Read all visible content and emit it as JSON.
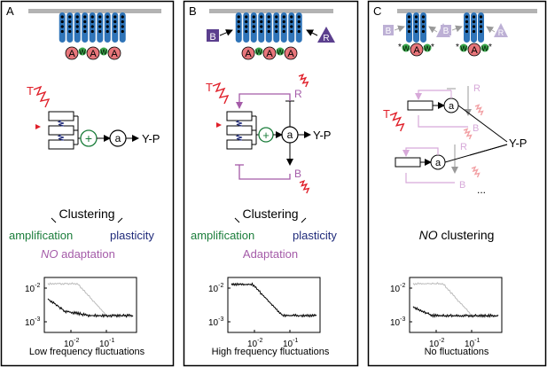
{
  "panels": [
    {
      "letter": "A",
      "receptor_letter": "A",
      "adaptor_letter": "W",
      "stimulus": "T",
      "kinase": "a",
      "output": "Y-P",
      "clustering": "Clustering",
      "amplification": "amplification",
      "plasticity": "plasticity",
      "adaptation_no": "NO",
      "adaptation_word": " adaptation",
      "footer": "Low frequency fluctuations",
      "y_ticks": [
        "10",
        "10"
      ],
      "y_exps": [
        "-2",
        "-3"
      ],
      "x_ticks": [
        "10",
        "10"
      ],
      "x_exps": [
        "-2",
        "-1"
      ]
    },
    {
      "letter": "B",
      "receptor_letter": "A",
      "adaptor_letter": "W",
      "stimulus": "T",
      "kinase": "a",
      "output": "Y-P",
      "methylase": "R",
      "demethylase": "B",
      "clustering": "Clustering",
      "amplification": "amplification",
      "plasticity": "plasticity",
      "adaptation": "Adaptation",
      "footer": "High frequency fluctuations",
      "y_ticks": [
        "10",
        "10"
      ],
      "y_exps": [
        "-2",
        "-3"
      ],
      "x_ticks": [
        "10",
        "10"
      ],
      "x_exps": [
        "-2",
        "-1"
      ]
    },
    {
      "letter": "C",
      "receptor_letter": "A",
      "adaptor_letter": "W",
      "stimulus": "T",
      "kinase": "a",
      "output": "Y-P",
      "methylase": "R",
      "demethylase": "B",
      "ellipsis": "...",
      "no_word": "NO",
      "clustering_word": " clustering",
      "footer": "No fluctuations",
      "y_ticks": [
        "10",
        "10"
      ],
      "y_exps": [
        "-2",
        "-3"
      ],
      "x_ticks": [
        "10",
        "10"
      ],
      "x_exps": [
        "-2",
        "-1"
      ]
    }
  ],
  "colors": {
    "receptor_blue": "#2f74b8",
    "receptor_pink": "#e8767b",
    "adaptor_green": "#39a84a",
    "stimulus_red": "#e0202a",
    "feedback_purple": "#a45ba8",
    "methyl_purple": "#5b3f8e",
    "amp_green": "#1a7d3a",
    "plastic_navy": "#1f2a7a",
    "membrane_gray": "#b3b3b3"
  }
}
